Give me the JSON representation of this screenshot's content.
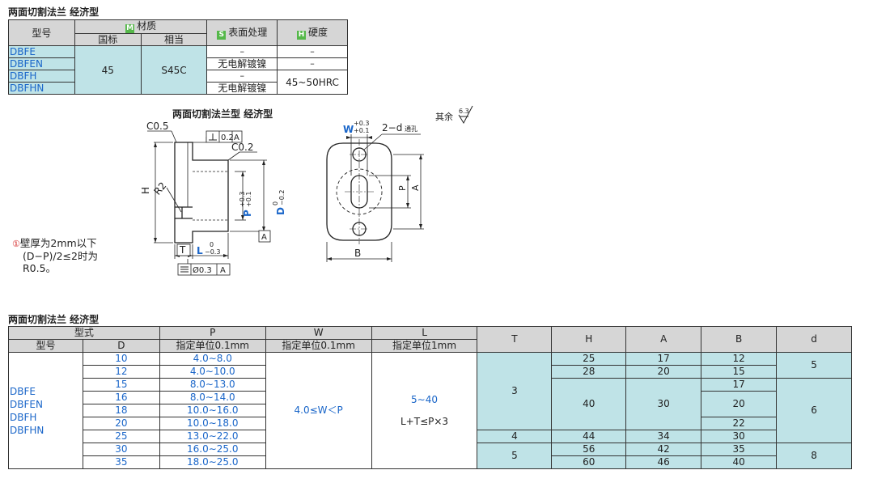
{
  "top": {
    "title": "两面切割法兰 经济型",
    "head_type": "型号",
    "head_material_badge": "M",
    "head_material": "材质",
    "head_std": "国标",
    "head_equiv": "相当",
    "head_surface_badge": "S",
    "head_surface": "表面处理",
    "head_hard_badge": "H",
    "head_hard": "硬度",
    "types": [
      "DBFE",
      "DBFEN",
      "DBFH",
      "DBFHN"
    ],
    "std_value": "45",
    "equiv_value": "S45C",
    "surface": [
      "–",
      "无电解镀镍",
      "–",
      "无电解镀镍"
    ],
    "hardness_top": "–",
    "hardness_mid": "–",
    "hardness_bottom": "45~50HRC"
  },
  "drawing": {
    "title": "两面切割法兰型  经济型",
    "roughness_label": "其余",
    "roughness_value": "6.3",
    "c05": "C0.5",
    "c02": "C0.2",
    "r2": "R2",
    "h": "H",
    "t": "T",
    "l": "L",
    "l_tol_top": "0",
    "l_tol_bot": "−0.3",
    "p": "P",
    "p_tol_top": "+0.3",
    "p_tol_bot": "+0.1",
    "d": "D",
    "d_tol_top": "0",
    "d_tol_bot": "−0.2",
    "perp_value": "0.2",
    "perp_ref": "A",
    "ref_a": "A",
    "sym_value": "Ø0.3",
    "sym_ref": "A",
    "w": "W",
    "w_tol_top": "+0.3",
    "w_tol_bot": "+0.1",
    "hole": "2−d",
    "hole_note": "通孔",
    "p2": "P",
    "a": "A",
    "b": "B"
  },
  "note": {
    "marker": "①",
    "line1": "壁厚为2mm以下",
    "line2": "(D−P)/2≤2时为",
    "line3": "R0.5。"
  },
  "spec": {
    "title": "两面切割法兰 经济型",
    "head_form": "型式",
    "head_type": "型号",
    "head_d": "D",
    "head_p": "P",
    "head_p_sub": "指定单位0.1mm",
    "head_w": "W",
    "head_w_sub": "指定单位0.1mm",
    "head_l": "L",
    "head_l_sub": "指定单位1mm",
    "head_t": "T",
    "head_h": "H",
    "head_a": "A",
    "head_b": "B",
    "head_dd": "d",
    "types": [
      "DBFE",
      "DBFEN",
      "DBFH",
      "DBFHN"
    ],
    "w_range": "4.0≤W＜P",
    "l_range": "5∼40",
    "l_rule": "L+T≤P×3",
    "rows": [
      {
        "D": "10",
        "P": "4.0∼8.0"
      },
      {
        "D": "12",
        "P": "4.0∼10.0"
      },
      {
        "D": "15",
        "P": "8.0∼13.0"
      },
      {
        "D": "16",
        "P": "8.0∼14.0"
      },
      {
        "D": "18",
        "P": "10.0∼16.0"
      },
      {
        "D": "20",
        "P": "10.0∼18.0"
      },
      {
        "D": "25",
        "P": "13.0∼22.0"
      },
      {
        "D": "30",
        "P": "16.0∼25.0"
      },
      {
        "D": "35",
        "P": "18.0∼25.0"
      }
    ],
    "t_3": "3",
    "t_4": "4",
    "t_5": "5",
    "h_25": "25",
    "h_28": "28",
    "h_40": "40",
    "h_44": "44",
    "h_56": "56",
    "h_60": "60",
    "a_17": "17",
    "a_20": "20",
    "a_30": "30",
    "a_34": "34",
    "a_42": "42",
    "a_46": "46",
    "b_12": "12",
    "b_15": "15",
    "b_17": "17",
    "b_20": "20",
    "b_22": "22",
    "b_30": "30",
    "b_35": "35",
    "b_40": "40",
    "d_5": "5",
    "d_6": "6",
    "d_8": "8"
  }
}
